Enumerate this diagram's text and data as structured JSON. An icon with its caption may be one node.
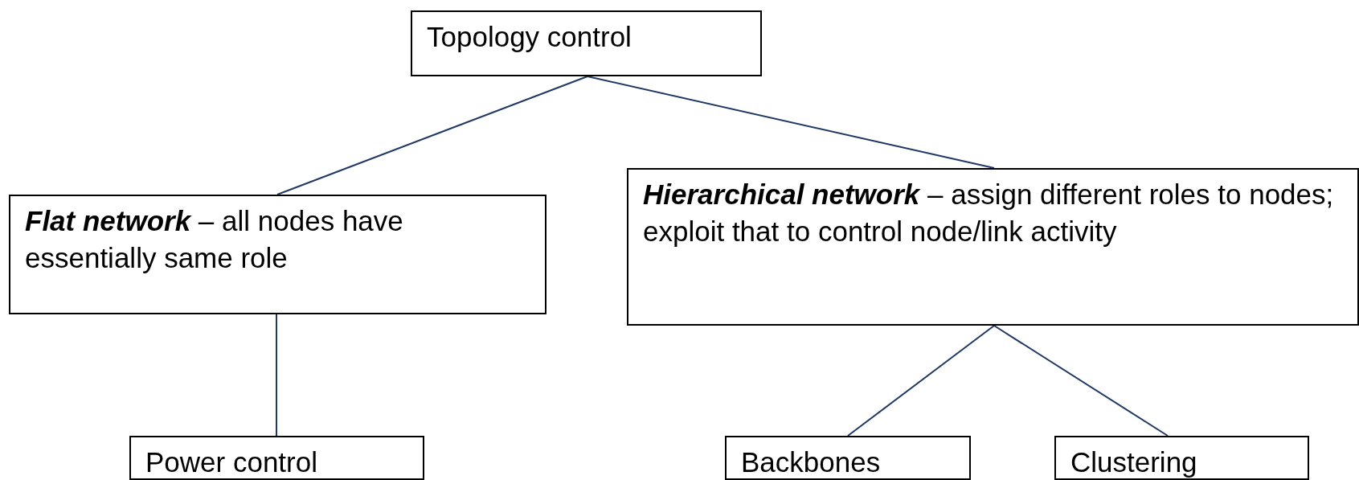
{
  "diagram": {
    "nodes": [
      {
        "text": [
          "Topology control"
        ]
      },
      {
        "text": [
          "**Flat network** – all nodes have essentially same role"
        ]
      },
      {
        "text": [
          "**Hierarchical network** – assign different roles to nodes; exploit that to control node/link activity"
        ]
      },
      {
        "text": [
          "Power control"
        ]
      },
      {
        "text": [
          "Backbones"
        ]
      },
      {
        "text": [
          "Clustering"
        ]
      }
    ],
    "edges": [
      {
        "from": 0,
        "to": 1,
        "arrow": "none"
      },
      {
        "from": 0,
        "to": 2,
        "arrow": "none"
      },
      {
        "from": 1,
        "to": 3,
        "arrow": "none"
      },
      {
        "from": 2,
        "to": 4,
        "arrow": "none"
      },
      {
        "from": 2,
        "to": 5,
        "arrow": "none"
      }
    ]
  }
}
